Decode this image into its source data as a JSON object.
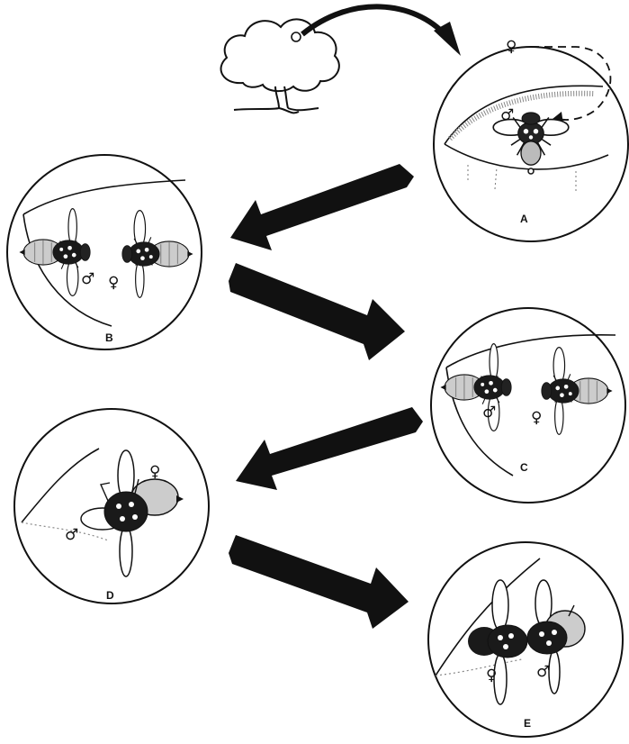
{
  "panels": [
    {
      "id": "A",
      "label": "A",
      "male_symbol": "♂",
      "female_symbol": "♀"
    },
    {
      "id": "B",
      "label": "B",
      "male_symbol": "♂",
      "female_symbol": "♀"
    },
    {
      "id": "C",
      "label": "C",
      "male_symbol": "♂",
      "female_symbol": "♀"
    },
    {
      "id": "D",
      "label": "D",
      "male_symbol": "♂",
      "female_symbol": "♀"
    },
    {
      "id": "E",
      "label": "E",
      "male_symbol": "♂",
      "female_symbol": "♀"
    }
  ],
  "colors": {
    "ink": "#111111",
    "paper": "#ffffff"
  }
}
